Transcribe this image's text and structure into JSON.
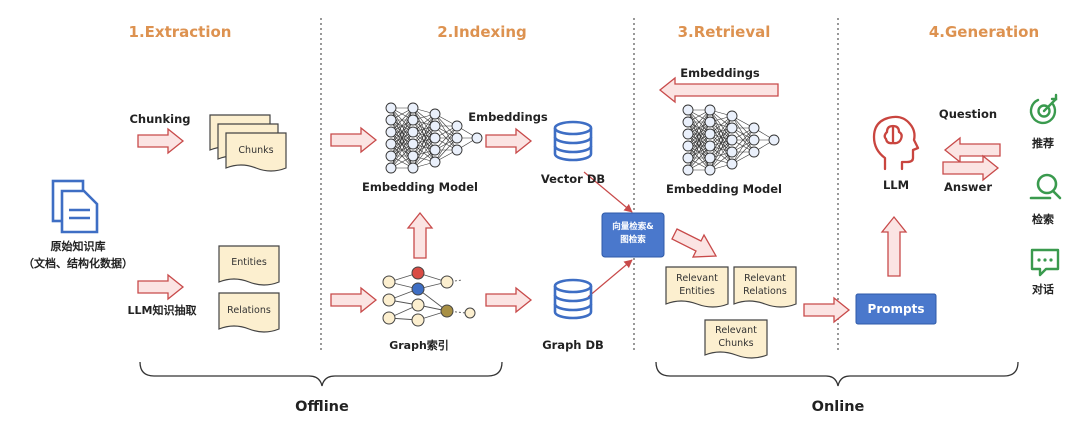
{
  "stages": [
    {
      "title": "1.Extraction"
    },
    {
      "title": "2.Indexing"
    },
    {
      "title": "3.Retrieval"
    },
    {
      "title": "4.Generation"
    }
  ],
  "sections": {
    "offline": "Offline",
    "online": "Online"
  },
  "extraction": {
    "source_line1": "原始知识库",
    "source_line2": "（文档、结构化数据）",
    "chunking": "Chunking",
    "chunks": "Chunks",
    "llm_extract": "LLM知识抽取",
    "entities": "Entities",
    "relations": "Relations"
  },
  "indexing": {
    "embeddings": "Embeddings",
    "embedding_model": "Embedding Model",
    "graph_index": "Graph索引",
    "vector_db": "Vector DB",
    "graph_db": "Graph DB"
  },
  "retrieval": {
    "search_box_line1": "向量检索&",
    "search_box_line2": "图检索",
    "embeddings": "Embeddings",
    "embedding_model": "Embedding Model",
    "relevant_entities_l1": "Relevant",
    "relevant_entities_l2": "Entities",
    "relevant_relations_l1": "Relevant",
    "relevant_relations_l2": "Relations",
    "relevant_chunks_l1": "Relevant",
    "relevant_chunks_l2": "Chunks"
  },
  "generation": {
    "question": "Question",
    "answer": "Answer",
    "llm": "LLM",
    "prompts": "Prompts",
    "apps": [
      {
        "label": "推荐",
        "icon": "target-icon"
      },
      {
        "label": "检索",
        "icon": "search-icon"
      },
      {
        "label": "对话",
        "icon": "chat-icon"
      }
    ]
  },
  "colors": {
    "stage_title": "#dd9250",
    "arrow_fill": "#fbe4e3",
    "arrow_stroke": "#c84a4a",
    "doc_fill": "#fcefcf",
    "doc_stroke": "#444444",
    "db_blue": "#3e6ec4",
    "box_blue": "#4a78cc",
    "llm_red": "#c9453f",
    "app_green": "#3a9a4e"
  }
}
